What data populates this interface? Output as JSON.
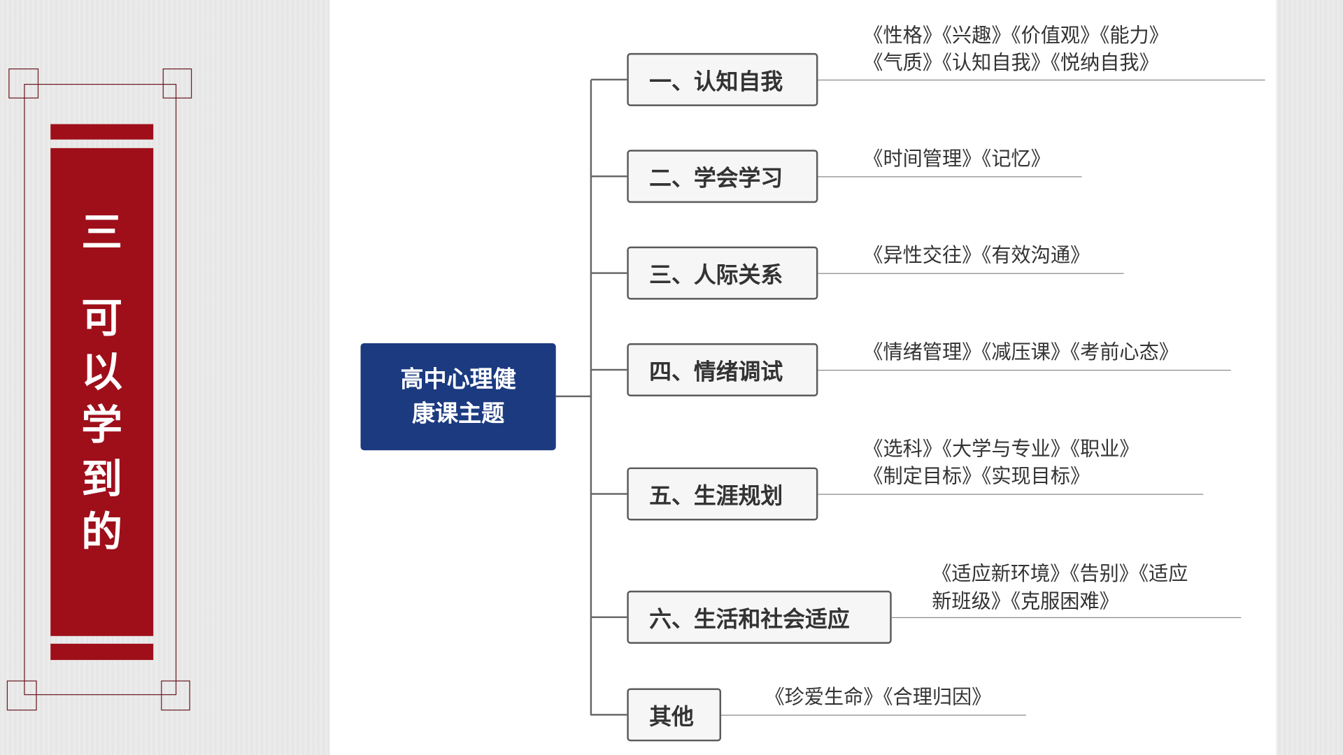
{
  "title_vertical": [
    "三",
    "可",
    "以",
    "学",
    "到",
    "的"
  ],
  "colors": {
    "accent_red": "#9e0f1a",
    "root_blue": "#1b3a80"
  },
  "root": {
    "line1": "高中心理健",
    "line2": "康课主题"
  },
  "branches": [
    {
      "label": "一、认知自我",
      "leaves": [
        "《性格》《兴趣》《价值观》《能力》",
        "《气质》《认知自我》《悦纳自我》"
      ]
    },
    {
      "label": "二、学会学习",
      "leaves": [
        "《时间管理》《记忆》"
      ]
    },
    {
      "label": "三、人际关系",
      "leaves": [
        "《异性交往》《有效沟通》"
      ]
    },
    {
      "label": "四、情绪调试",
      "leaves": [
        "《情绪管理》《减压课》《考前心态》"
      ]
    },
    {
      "label": "五、生涯规划",
      "leaves": [
        "《选科》《大学与专业》《职业》",
        "《制定目标》《实现目标》"
      ]
    },
    {
      "label": "六、生活和社会适应",
      "leaves": [
        "《适应新环境》《告别》《适应",
        "新班级》《克服困难》"
      ]
    },
    {
      "label": "其他",
      "leaves": [
        "《珍爱生命》《合理归因》"
      ]
    }
  ]
}
